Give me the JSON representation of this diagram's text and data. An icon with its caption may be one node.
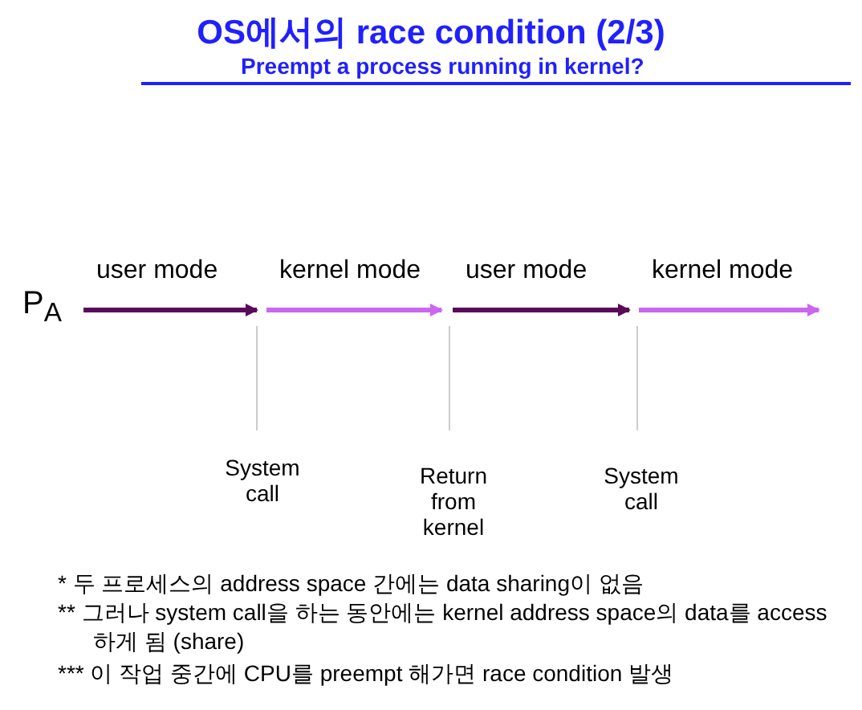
{
  "diagram": {
    "title": "OS에서의  race condition (2/3)",
    "labels": [
      "Preempt a process running in kernel?",
      "user mode",
      "kernel mode",
      "user mode",
      "kernel mode",
      "P$_{A}$",
      "System call",
      "Return from kernel",
      "System call",
      "*  두 프로세스의 address space 간에는 data sharing이 없음",
      "** 그러나 system call을 하는 동안에는 kernel address space의 data를 access하게 됨 (share)",
      "*** 이 작업 중간에 CPU를 preempt 해가면 race condition 발생"
    ]
  }
}
